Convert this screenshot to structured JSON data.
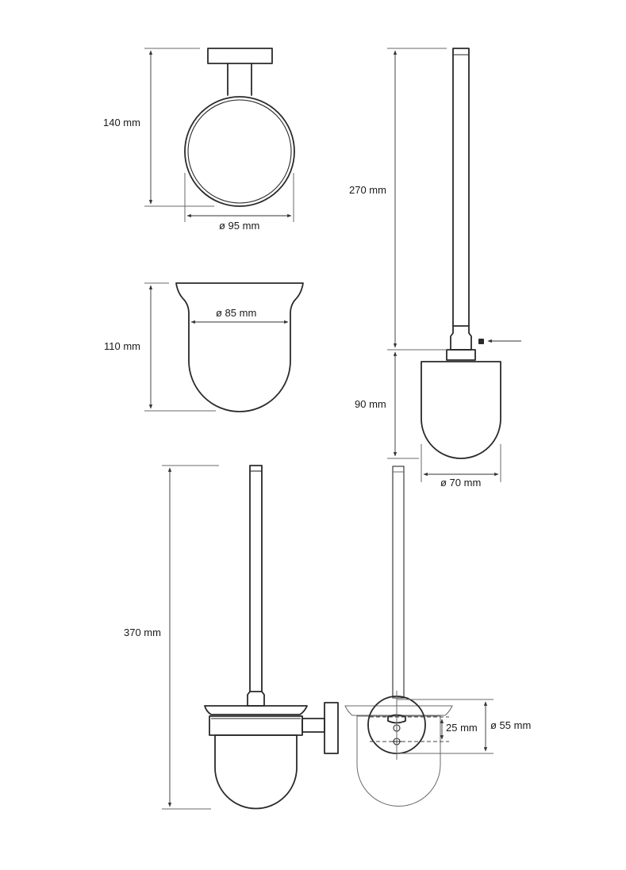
{
  "dimensions": {
    "holder_height": "140 mm",
    "holder_diameter": "ø 95 mm",
    "cup_height": "110 mm",
    "cup_diameter": "ø 85 mm",
    "handle_length": "270 mm",
    "brush_head_height": "90 mm",
    "brush_head_diameter": "ø 70 mm",
    "total_height": "370 mm",
    "mount_spacing": "25 mm",
    "rosette_diameter": "ø 55 mm"
  }
}
